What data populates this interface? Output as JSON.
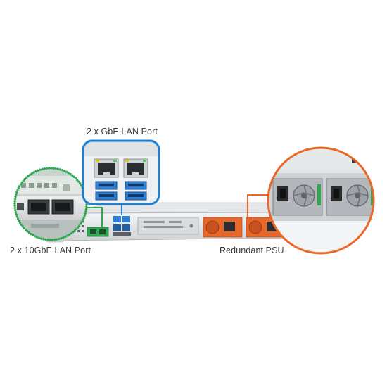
{
  "callouts": {
    "gbe": {
      "label": "2 x GbE LAN Port",
      "color": "#1f7fd1"
    },
    "ten_gbe": {
      "label": "2 x 10GbE LAN Port",
      "color": "#2fa84f"
    },
    "psu": {
      "label": "Redundant PSU",
      "color": "#e8682a"
    }
  },
  "colors": {
    "chassis": "#e9eaec",
    "chassis_dark": "#bfc2c6",
    "port_blue": "#2d7fd6",
    "psu_orange": "#e8682a"
  }
}
